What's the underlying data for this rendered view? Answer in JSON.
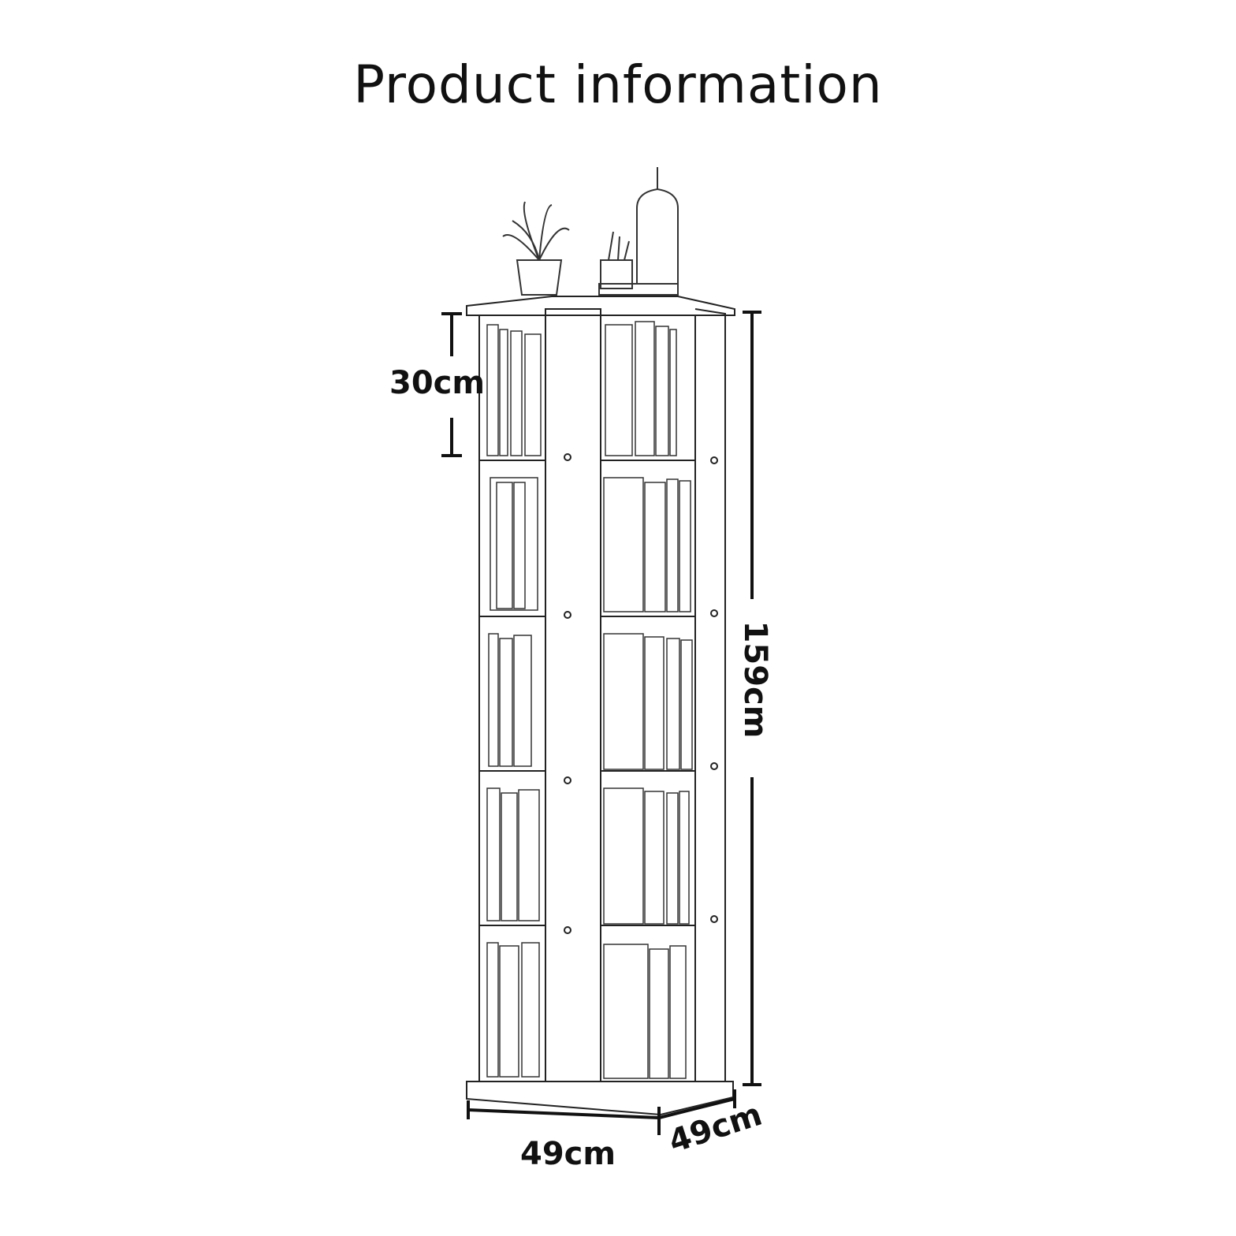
{
  "title": "Product information",
  "dimensions": {
    "shelf_height": "30cm",
    "total_height": "159cm",
    "width": "49cm",
    "depth": "49cm"
  },
  "colors": {
    "line": "#222222",
    "background": "#ffffff"
  }
}
